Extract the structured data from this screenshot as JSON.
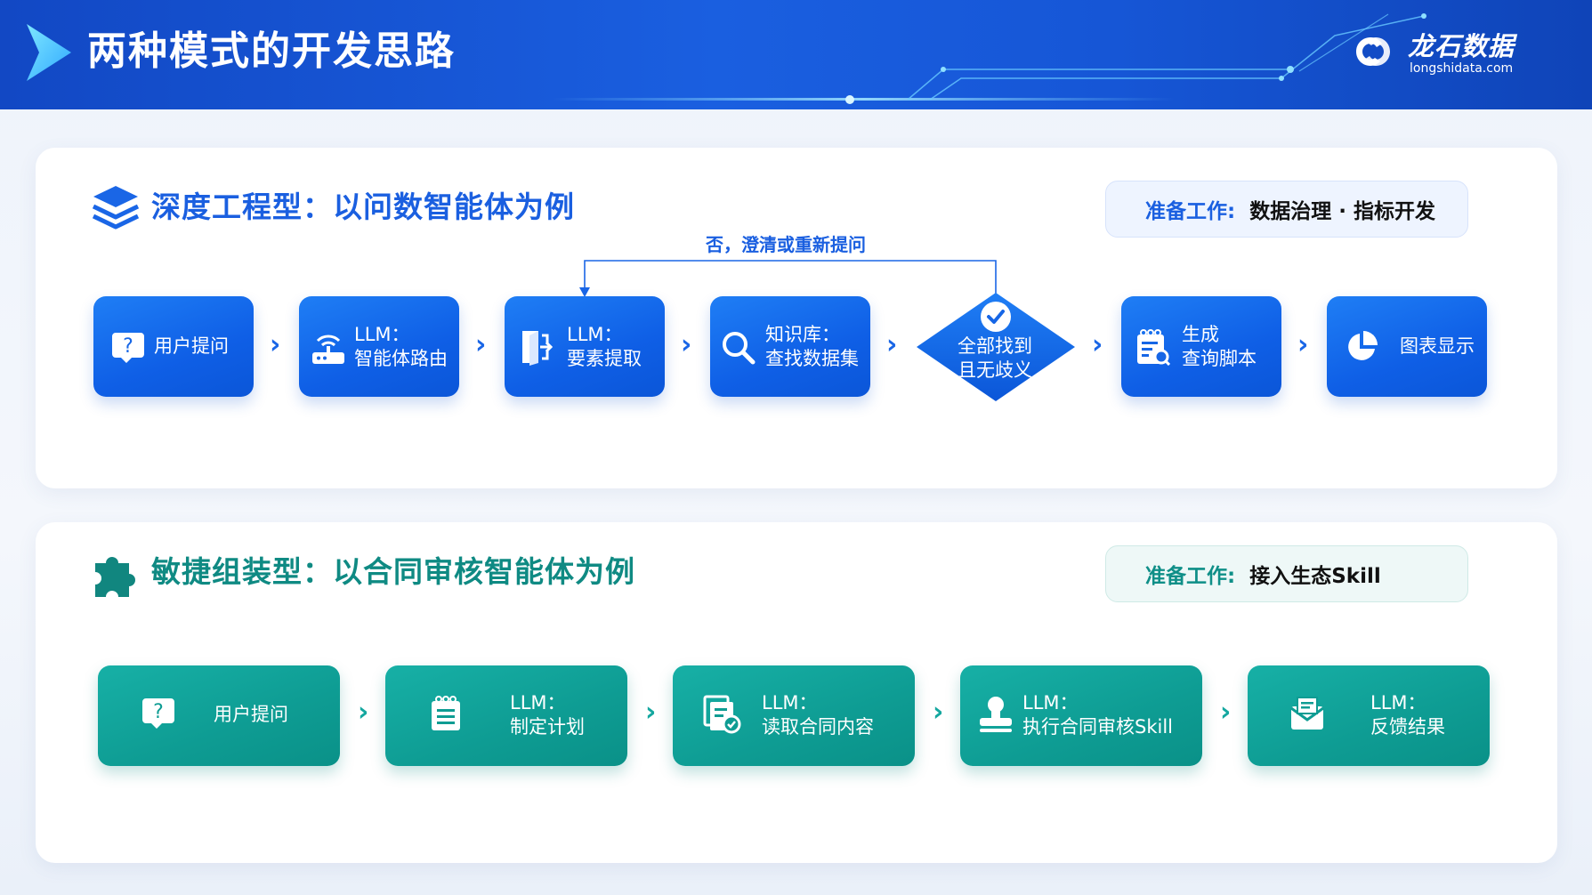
{
  "header": {
    "title": "两种模式的开发思路",
    "brand_name": "龙石数据",
    "brand_url": "longshidata.com"
  },
  "deep": {
    "title": "深度工程型：以问数智能体为例",
    "prep_label": "准备工作:",
    "prep_value": "数据治理 · 指标开发",
    "loop_label": "否，澄清或重新提问",
    "nodes": [
      {
        "lines": [
          "用户提问"
        ],
        "icon": "question-bubble-icon"
      },
      {
        "lines": [
          "LLM：",
          "智能体路由"
        ],
        "icon": "router-icon"
      },
      {
        "lines": [
          "LLM：",
          "要素提取"
        ],
        "icon": "door-exit-icon"
      },
      {
        "lines": [
          "知识库：",
          "查找数据集"
        ],
        "icon": "search-icon"
      },
      {
        "lines": [
          "全部找到",
          "且无歧义"
        ],
        "icon": "check-circle-icon"
      },
      {
        "lines": [
          "生成",
          "查询脚本"
        ],
        "icon": "script-notepad-icon"
      },
      {
        "lines": [
          "图表显示"
        ],
        "icon": "pie-chart-icon"
      }
    ]
  },
  "agile": {
    "title": "敏捷组装型：以合同审核智能体为例",
    "prep_label": "准备工作:",
    "prep_value": "接入生态Skill",
    "nodes": [
      {
        "lines": [
          "用户提问"
        ],
        "icon": "question-bubble-icon"
      },
      {
        "lines": [
          "LLM：",
          "制定计划"
        ],
        "icon": "notepad-icon"
      },
      {
        "lines": [
          "LLM：",
          "读取合同内容"
        ],
        "icon": "document-check-icon"
      },
      {
        "lines": [
          "LLM：",
          "执行合同审核Skill"
        ],
        "icon": "stamp-icon"
      },
      {
        "lines": [
          "LLM：",
          "反馈结果"
        ],
        "icon": "mail-icon"
      }
    ]
  },
  "colors": {
    "blue_accent": "#1a5fe0",
    "green_accent": "#0f8f88",
    "blue_node": "#0f5fe6",
    "green_node": "#0e9c93"
  }
}
